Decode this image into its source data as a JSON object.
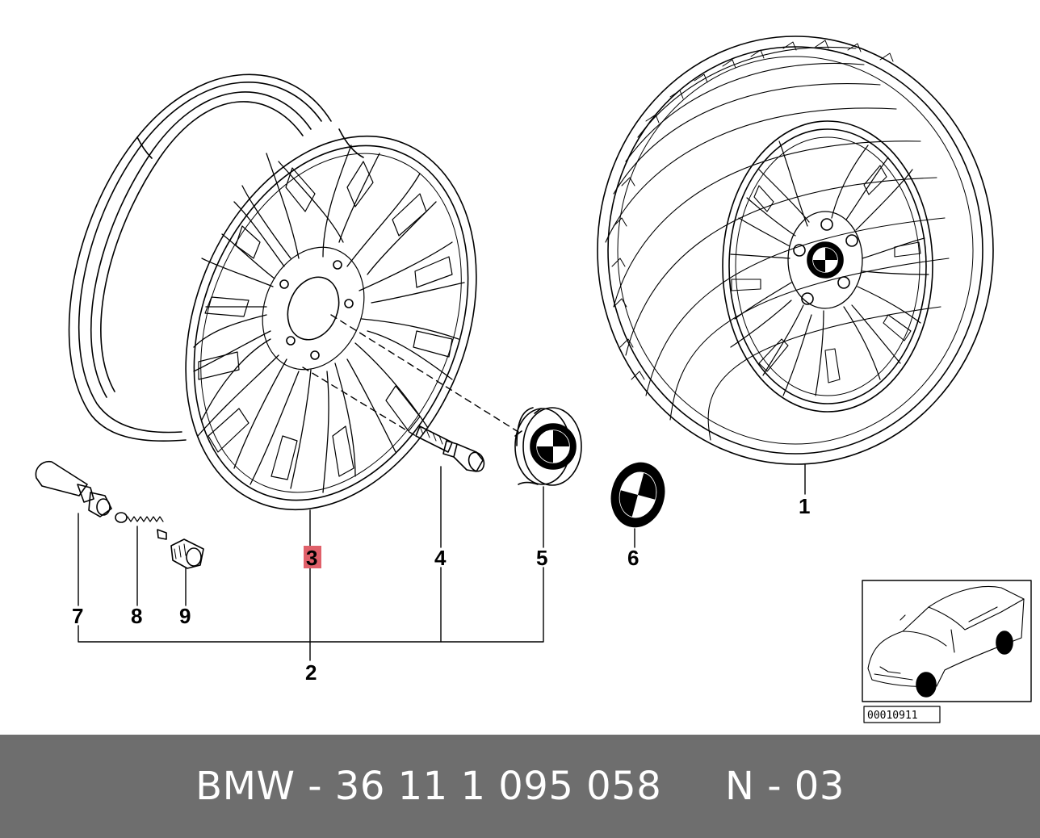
{
  "diagram": {
    "callouts": [
      {
        "id": "1",
        "label": "1"
      },
      {
        "id": "2",
        "label": "2"
      },
      {
        "id": "3",
        "label": "3",
        "highlighted": true
      },
      {
        "id": "4",
        "label": "4"
      },
      {
        "id": "5",
        "label": "5"
      },
      {
        "id": "6",
        "label": "6"
      },
      {
        "id": "7",
        "label": "7"
      },
      {
        "id": "8",
        "label": "8"
      },
      {
        "id": "9",
        "label": "9"
      }
    ],
    "reference_code": "00010911",
    "highlight_color": "#e0606a"
  },
  "footer": {
    "caption": "BMW - 36 11 1 095 058     N - 03",
    "background_color": "#6e6e6e",
    "text_color": "#ffffff"
  }
}
